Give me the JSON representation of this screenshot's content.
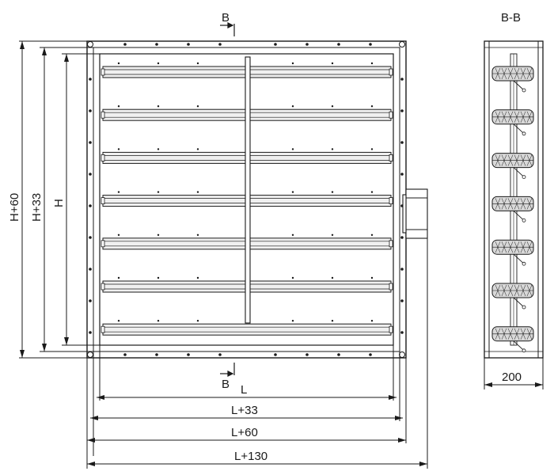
{
  "section_marks": {
    "top": "B",
    "bottom": "B"
  },
  "section_view": {
    "title": "B-B",
    "depth_label": "200"
  },
  "dimensions": {
    "horizontal": [
      "L",
      "L+33",
      "L+60",
      "L+130"
    ],
    "vertical": [
      "H+60",
      "H+33",
      "H"
    ]
  },
  "blade_count": 7,
  "colors": {
    "line": "#1a1a1a",
    "frame_fill": "#ffffff",
    "blade_fill": "#f0f0f0",
    "seal_fill": "#d8d8d8"
  }
}
